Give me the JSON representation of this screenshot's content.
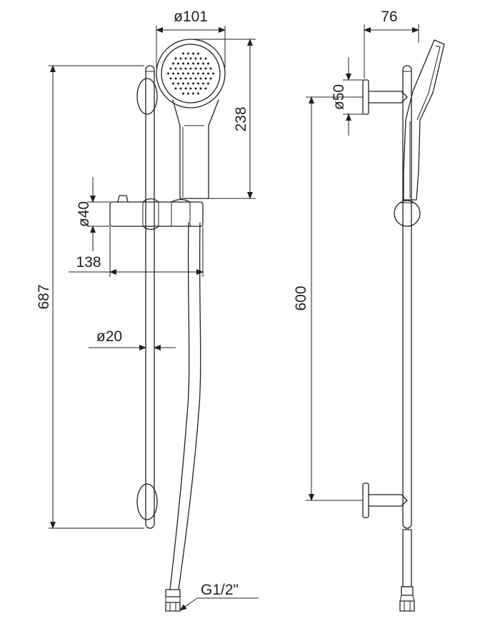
{
  "dimensions": {
    "head_diameter": "ø101",
    "head_height": "238",
    "holder_diameter": "ø40",
    "holder_offset": "138",
    "rail_length": "687",
    "rail_diameter": "ø20",
    "connection": "G1/2\"",
    "projection": "76",
    "bracket_diameter": "ø50",
    "bracket_spacing": "600"
  }
}
